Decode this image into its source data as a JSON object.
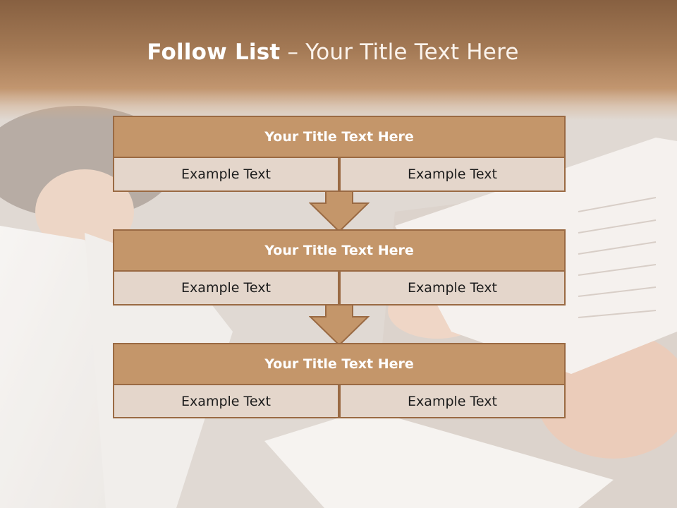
{
  "slide": {
    "title_bold": "Follow List",
    "title_rest": " – Your Title Text Here"
  },
  "steps": [
    {
      "title": "Your Title Text Here",
      "left": "Example Text",
      "right": "Example Text"
    },
    {
      "title": "Your Title Text Here",
      "left": "Example Text",
      "right": "Example Text"
    },
    {
      "title": "Your Title Text Here",
      "left": "Example Text",
      "right": "Example Text"
    }
  ],
  "colors": {
    "header_fill": "#c4966a",
    "cell_fill": "#e4d6cb",
    "border": "#9a6a43",
    "title_band": "#8a6040"
  }
}
